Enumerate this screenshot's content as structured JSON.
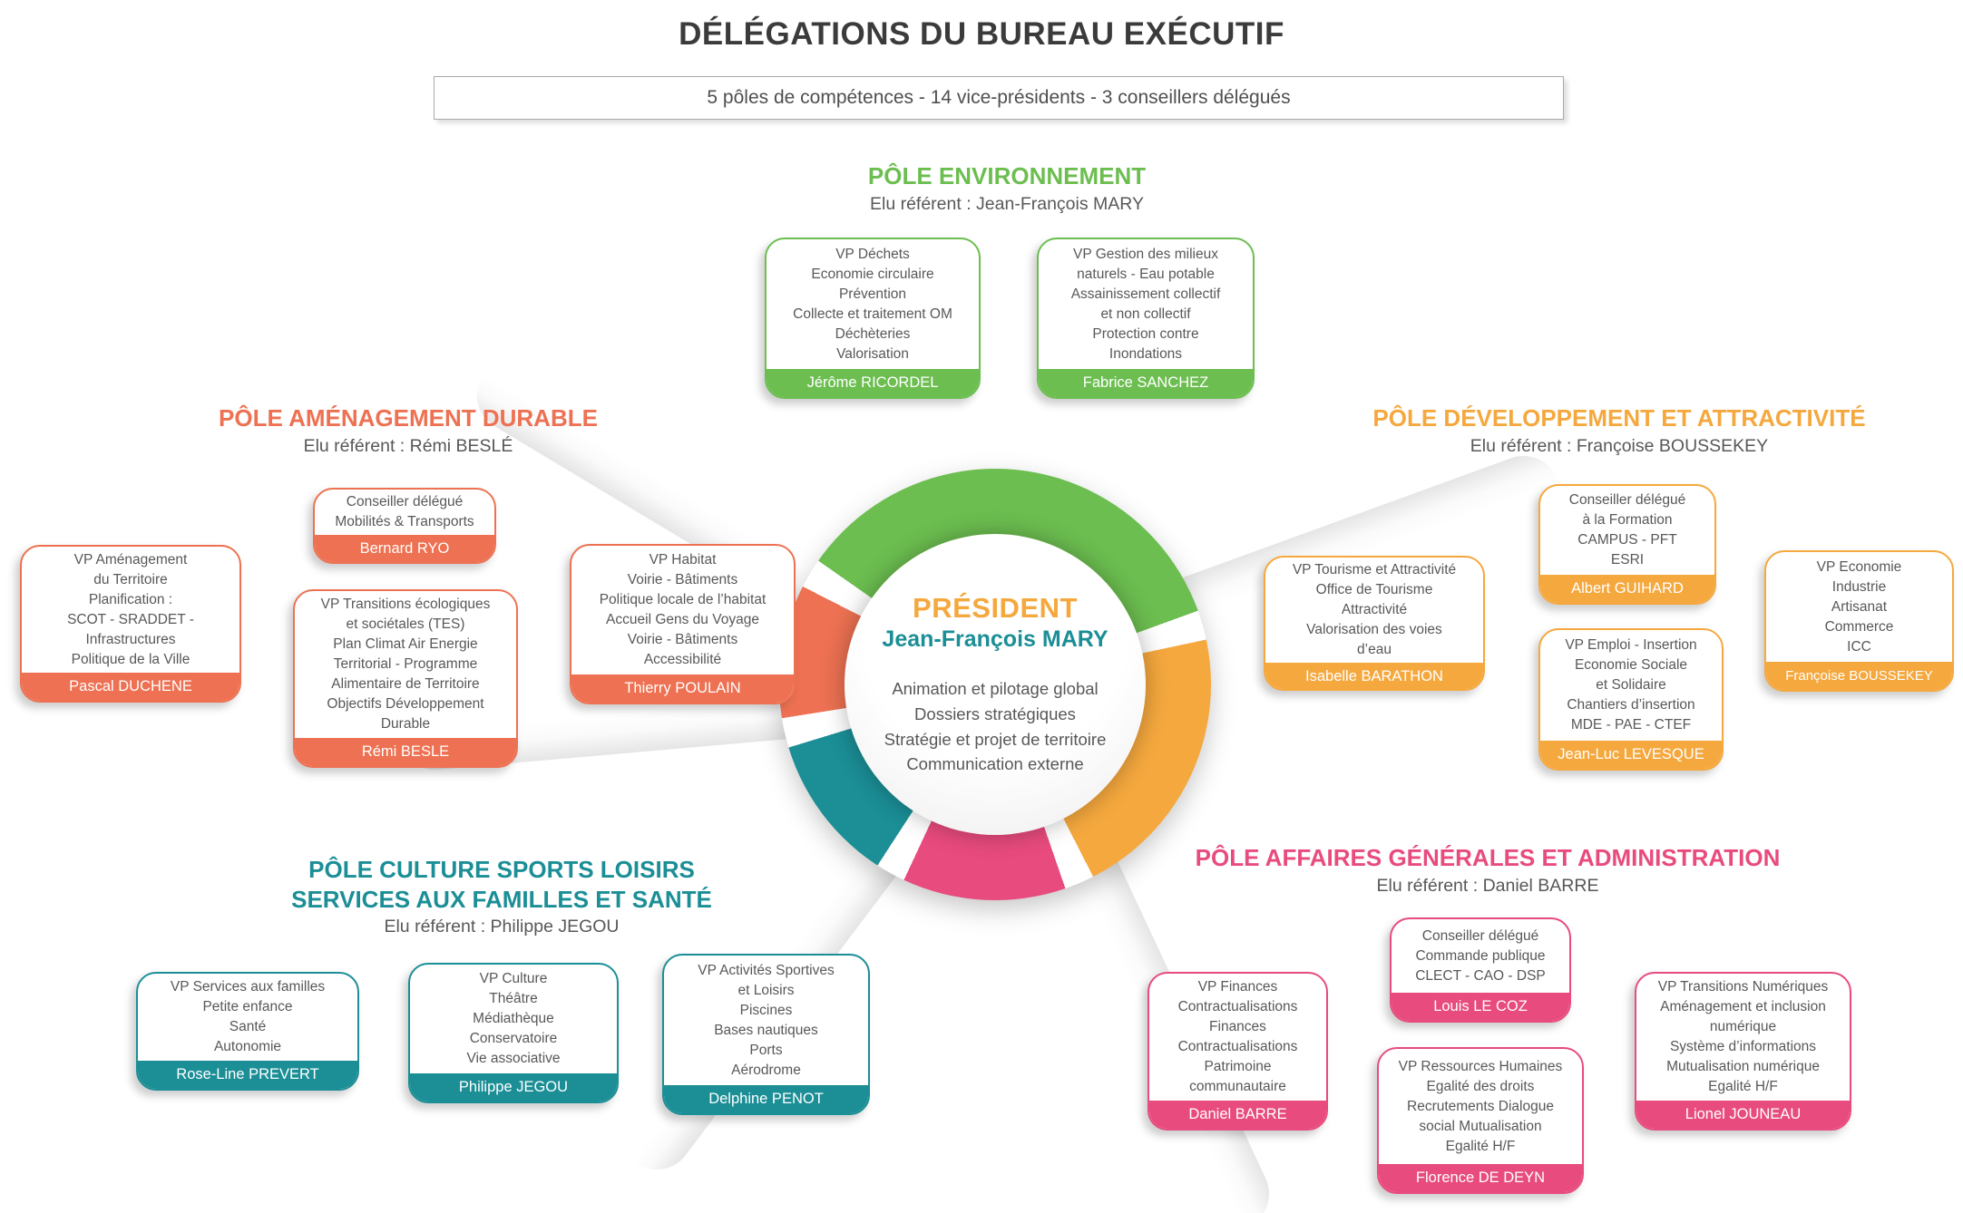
{
  "header": {
    "title": "DÉLÉGATIONS DU BUREAU EXÉCUTIF",
    "subtitle": "5 pôles de compétences - 14 vice-présidents - 3 conseillers délégués"
  },
  "president": {
    "role": "PRÉSIDENT",
    "name": "Jean-François MARY",
    "missions": "Animation et pilotage global\nDossiers stratégiques\nStratégie et projet de territoire\nCommunication externe"
  },
  "colors": {
    "environnement": "#6cbe50",
    "amenagement": "#ed7152",
    "developpement": "#f5a83e",
    "culture": "#1b8e96",
    "affaires": "#e84b7d"
  },
  "poles": [
    {
      "title": "PÔLE ENVIRONNEMENT",
      "referent": "Elu référent : Jean-François MARY",
      "cards": [
        {
          "body": "VP Déchets\nEconomie circulaire\nPrévention\nCollecte et traitement OM\nDéchèteries\nValorisation",
          "name": "Jérôme RICORDEL"
        },
        {
          "body": "VP Gestion des milieux\nnaturels - Eau potable\nAssainissement collectif\net non collectif\nProtection contre\nInondations",
          "name": "Fabrice SANCHEZ"
        }
      ]
    },
    {
      "title": "PÔLE AMÉNAGEMENT DURABLE",
      "referent": "Elu référent : Rémi BESLÉ",
      "cards": [
        {
          "body": "Conseiller délégué\nMobilités & Transports",
          "name": "Bernard RYO"
        },
        {
          "body": "VP Aménagement\ndu Territoire\nPlanification :\nSCOT - SRADDET -\nInfrastructures\nPolitique de la Ville",
          "name": "Pascal DUCHENE"
        },
        {
          "body": "VP Transitions écologiques\net sociétales (TES)\nPlan Climat Air Energie\nTerritorial - Programme\nAlimentaire de Territoire\nObjectifs Développement\nDurable",
          "name": "Rémi BESLE"
        },
        {
          "body": "VP Habitat\nVoirie - Bâtiments\nPolitique locale de l’habitat\nAccueil Gens du Voyage\nVoirie - Bâtiments\nAccessibilité",
          "name": "Thierry POULAIN"
        }
      ]
    },
    {
      "title": "PÔLE DÉVELOPPEMENT ET ATTRACTIVITÉ",
      "referent": "Elu référent : Françoise BOUSSEKEY",
      "cards": [
        {
          "body": "VP Tourisme et Attractivité\nOffice de Tourisme\nAttractivité\nValorisation des voies\nd’eau",
          "name": "Isabelle BARATHON"
        },
        {
          "body": "Conseiller délégué\nà la Formation\nCAMPUS - PFT\nESRI",
          "name": "Albert GUIHARD"
        },
        {
          "body": "VP Emploi - Insertion\nEconomie Sociale\net Solidaire\nChantiers d’insertion\nMDE - PAE - CTEF",
          "name": "Jean-Luc LEVESQUE"
        },
        {
          "body": "VP Economie\nIndustrie\nArtisanat\nCommerce\nICC",
          "name": "Françoise BOUSSEKEY"
        }
      ]
    },
    {
      "title": "PÔLE CULTURE SPORTS LOISIRS\nSERVICES AUX FAMILLES ET SANTÉ",
      "referent": "Elu référent : Philippe JEGOU",
      "cards": [
        {
          "body": "VP Services aux familles\nPetite enfance\nSanté\nAutonomie",
          "name": "Rose-Line PREVERT"
        },
        {
          "body": "VP Culture\nThéâtre\nMédiathèque\nConservatoire\nVie associative",
          "name": "Philippe JEGOU"
        },
        {
          "body": "VP Activités Sportives\net Loisirs\nPiscines\nBases nautiques\nPorts\nAérodrome",
          "name": "Delphine PENOT"
        }
      ]
    },
    {
      "title": "PÔLE AFFAIRES GÉNÉRALES ET ADMINISTRATION",
      "referent": "Elu référent : Daniel BARRE",
      "cards": [
        {
          "body": "VP Finances\nContractualisations\nFinances\nContractualisations\nPatrimoine\ncommunautaire",
          "name": "Daniel BARRE"
        },
        {
          "body": "Conseiller délégué\nCommande publique\nCLECT - CAO - DSP",
          "name": "Louis LE COZ"
        },
        {
          "body": "VP Ressources Humaines\nEgalité des droits\nRecrutements Dialogue\nsocial Mutualisation\nEgalité H/F",
          "name": "Florence DE DEYN"
        },
        {
          "body": "VP Transitions Numériques\nAménagement et inclusion\nnumérique\nSystème d’informations\nMutualisation numérique\nEgalité H/F",
          "name": "Lionel JOUNEAU"
        }
      ]
    }
  ]
}
